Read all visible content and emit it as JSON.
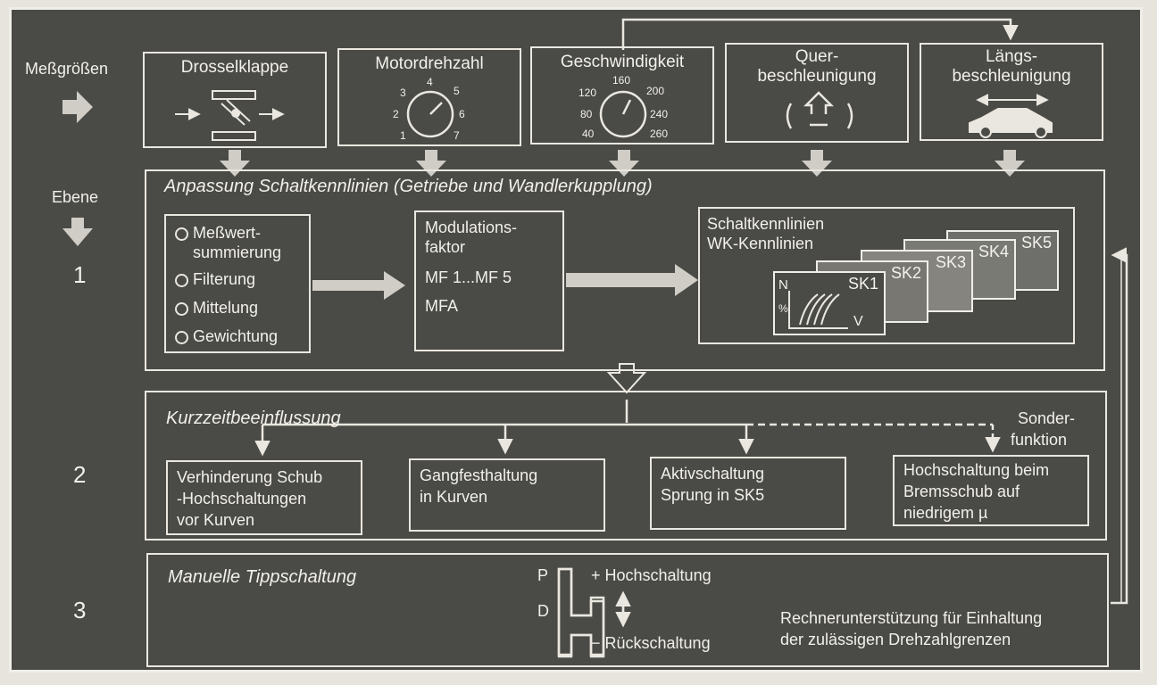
{
  "inputs_label": "Meßgrößen",
  "levels_label": "Ebene",
  "level_numbers": [
    "1",
    "2",
    "3"
  ],
  "sensors": [
    {
      "label": "Drosselklappe",
      "icon": "throttle-valve-icon"
    },
    {
      "label": "Motordrehzahl",
      "icon": "tachometer-icon",
      "dial_numbers": [
        "1",
        "2",
        "3",
        "4",
        "5",
        "6",
        "7"
      ]
    },
    {
      "label": "Geschwindigkeit",
      "icon": "speedometer-icon",
      "dial_numbers": [
        "40",
        "80",
        "120",
        "160",
        "200",
        "240",
        "260"
      ]
    },
    {
      "label": "Querbeschleunigung",
      "label_lines": [
        "Quer-",
        "beschleunigung"
      ],
      "icon": "lateral-acceleration-icon"
    },
    {
      "label": "Längsbeschleunigung",
      "label_lines": [
        "Längs-",
        "beschleunigung"
      ],
      "icon": "car-longitudinal-icon"
    }
  ],
  "level1": {
    "title": "Anpassung Schaltkennlinien (Getriebe und Wandlerkupplung)",
    "processing": [
      "Meßwert-\nsummierung",
      "Filterung",
      "Mittelung",
      "Gewichtung"
    ],
    "processing_lines": [
      [
        "Meßwert-",
        "summierung"
      ],
      [
        "Filterung"
      ],
      [
        "Mittelung"
      ],
      [
        "Gewichtung"
      ]
    ],
    "modulation": {
      "lines": [
        "Modulations-",
        "faktor"
      ],
      "values": [
        "MF 1...MF 5",
        "MFA"
      ]
    },
    "curves": {
      "lines": [
        "Schaltkennlinien",
        "WK-Kennlinien"
      ],
      "cards": [
        "SK1",
        "SK2",
        "SK3",
        "SK4",
        "SK5"
      ],
      "axis_y": "N",
      "axis_y_unit": "%",
      "axis_x": "V"
    }
  },
  "level2": {
    "title": "Kurzzeitbeeinflussung",
    "special": [
      "Sonder-",
      "funktion"
    ],
    "boxes": [
      [
        "Verhinderung Schub",
        "-Hochschaltungen",
        "vor Kurven"
      ],
      [
        "Gangfesthaltung",
        "in Kurven"
      ],
      [
        "Aktivschaltung",
        "Sprung in SK5"
      ],
      [
        "Hochschaltung beim",
        "Bremsschub auf",
        "niedrigem µ"
      ]
    ]
  },
  "level3": {
    "title": "Manuelle Tippschaltung",
    "gate_letters": [
      "P",
      "D"
    ],
    "up": "+ Hochschaltung",
    "down": "− Rückschaltung",
    "note": [
      "Rechnerunterstützung für Einhaltung",
      "der zulässigen Drehzahlgrenzen"
    ]
  },
  "colors": {
    "background": "#4a4a46",
    "line": "#e9e7e0",
    "arrow": "#cfcdc6"
  }
}
